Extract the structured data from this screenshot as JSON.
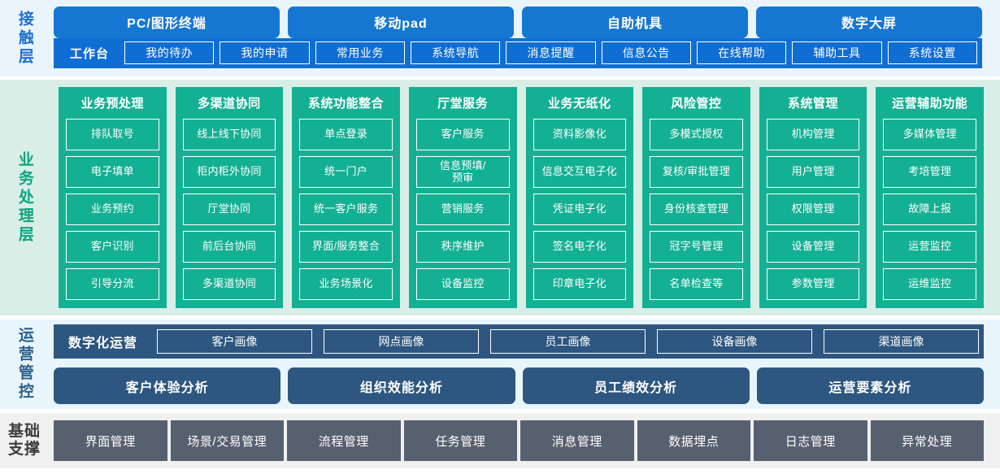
{
  "bands": {
    "contact": {
      "label": "接触层",
      "channels": [
        "PC/图形终端",
        "移动pad",
        "自助机具",
        "数字大屏"
      ],
      "workbench_title": "工作台",
      "workbench_items": [
        "我的待办",
        "我的申请",
        "常用业务",
        "系统导航",
        "消息提醒",
        "信息公告",
        "在线帮助",
        "辅助工具",
        "系统设置"
      ],
      "colors": {
        "background": "#eaf4fd",
        "channel": "#1677d2",
        "bar": "#0f6ed4",
        "label_text": "#1f6fd0"
      }
    },
    "business": {
      "label": "业务处理层",
      "colors": {
        "background": "#d9eee7",
        "column": "#14b094",
        "label_text": "#0fa37f"
      },
      "columns": [
        {
          "title": "业务预处理",
          "items": [
            "排队取号",
            "电子填单",
            "业务预约",
            "客户识别",
            "引导分流"
          ]
        },
        {
          "title": "多渠道协同",
          "items": [
            "线上线下协同",
            "柜内柜外协同",
            "厅堂协同",
            "前后台协同",
            "多渠道协同"
          ]
        },
        {
          "title": "系统功能整合",
          "items": [
            "单点登录",
            "统一门户",
            "统一客户服务",
            "界面/服务整合",
            "业务场景化"
          ]
        },
        {
          "title": "厅堂服务",
          "items": [
            "客户服务",
            "信息预填/\n预审",
            "营销服务",
            "秩序维护",
            "设备监控"
          ]
        },
        {
          "title": "业务无纸化",
          "items": [
            "资料影像化",
            "信息交互电子化",
            "凭证电子化",
            "签名电子化",
            "印章电子化"
          ]
        },
        {
          "title": "风险管控",
          "items": [
            "多模式授权",
            "复核/审批管理",
            "身份核查管理",
            "冠字号管理",
            "名单检查等"
          ]
        },
        {
          "title": "系统管理",
          "items": [
            "机构管理",
            "用户管理",
            "权限管理",
            "设备管理",
            "参数管理"
          ]
        },
        {
          "title": "运营辅助功能",
          "items": [
            "多媒体管理",
            "考培管理",
            "故障上报",
            "运营监控",
            "运维监控"
          ]
        }
      ]
    },
    "operation": {
      "label": "运营管控",
      "digital_title": "数字化运营",
      "portraits": [
        "客户画像",
        "网点画像",
        "员工画像",
        "设备画像",
        "渠道画像"
      ],
      "analyses": [
        "客户体验分析",
        "组织效能分析",
        "员工绩效分析",
        "运营要素分析"
      ],
      "colors": {
        "background": "#e9f5fd",
        "box": "#2d5680",
        "label_text": "#2b6189"
      }
    },
    "foundation": {
      "label_line1": "基础",
      "label_line2": "支撑",
      "items": [
        "界面管理",
        "场景/交易管理",
        "流程管理",
        "任务管理",
        "消息管理",
        "数据埋点",
        "日志管理",
        "异常处理"
      ],
      "colors": {
        "background": "#f0f0f0",
        "box": "#57606e",
        "label_text": "#3c3c3c"
      }
    }
  }
}
